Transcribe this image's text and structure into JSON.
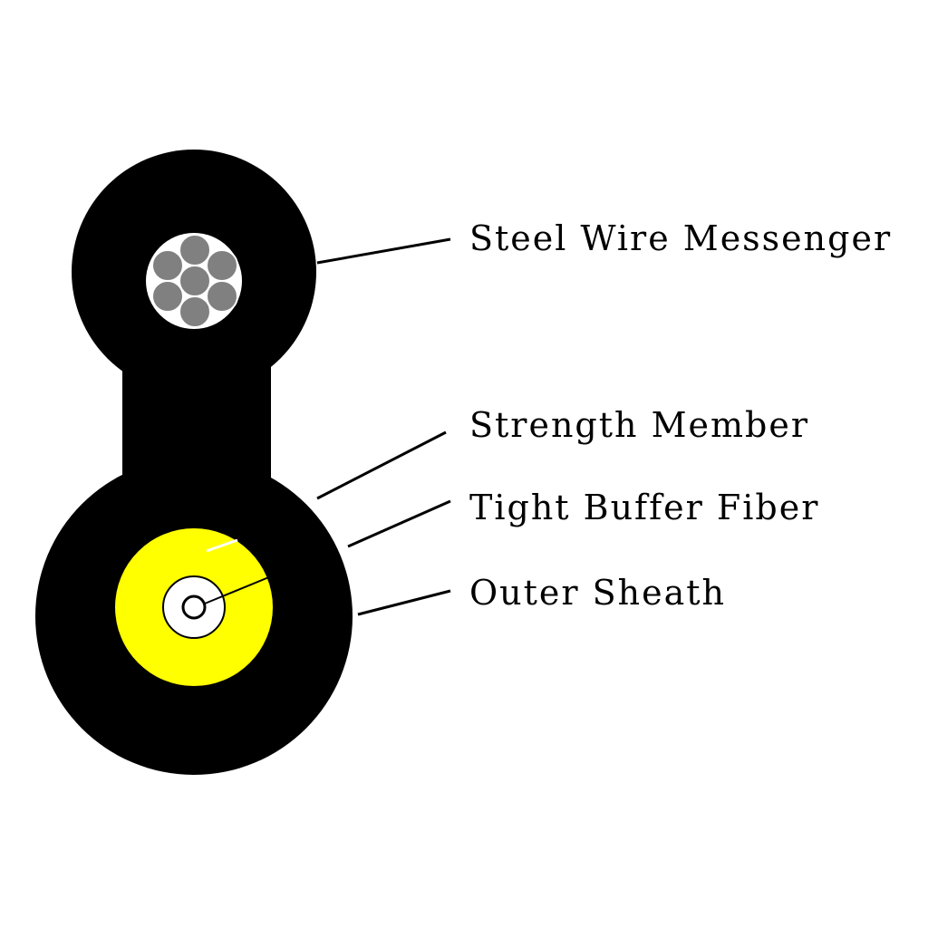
{
  "diagram": {
    "labels": {
      "steel_wire_messenger": "Steel Wire Messenger",
      "strength_member": "Strength Member",
      "tight_buffer_fiber": "Tight Buffer Fiber",
      "outer_sheath": "Outer Sheath"
    },
    "colors": {
      "sheath": "#000000",
      "strength_member": "#ffff00",
      "steel_strands": "#808080",
      "fiber_buffer": "#ffffff",
      "background": "#ffffff"
    }
  }
}
